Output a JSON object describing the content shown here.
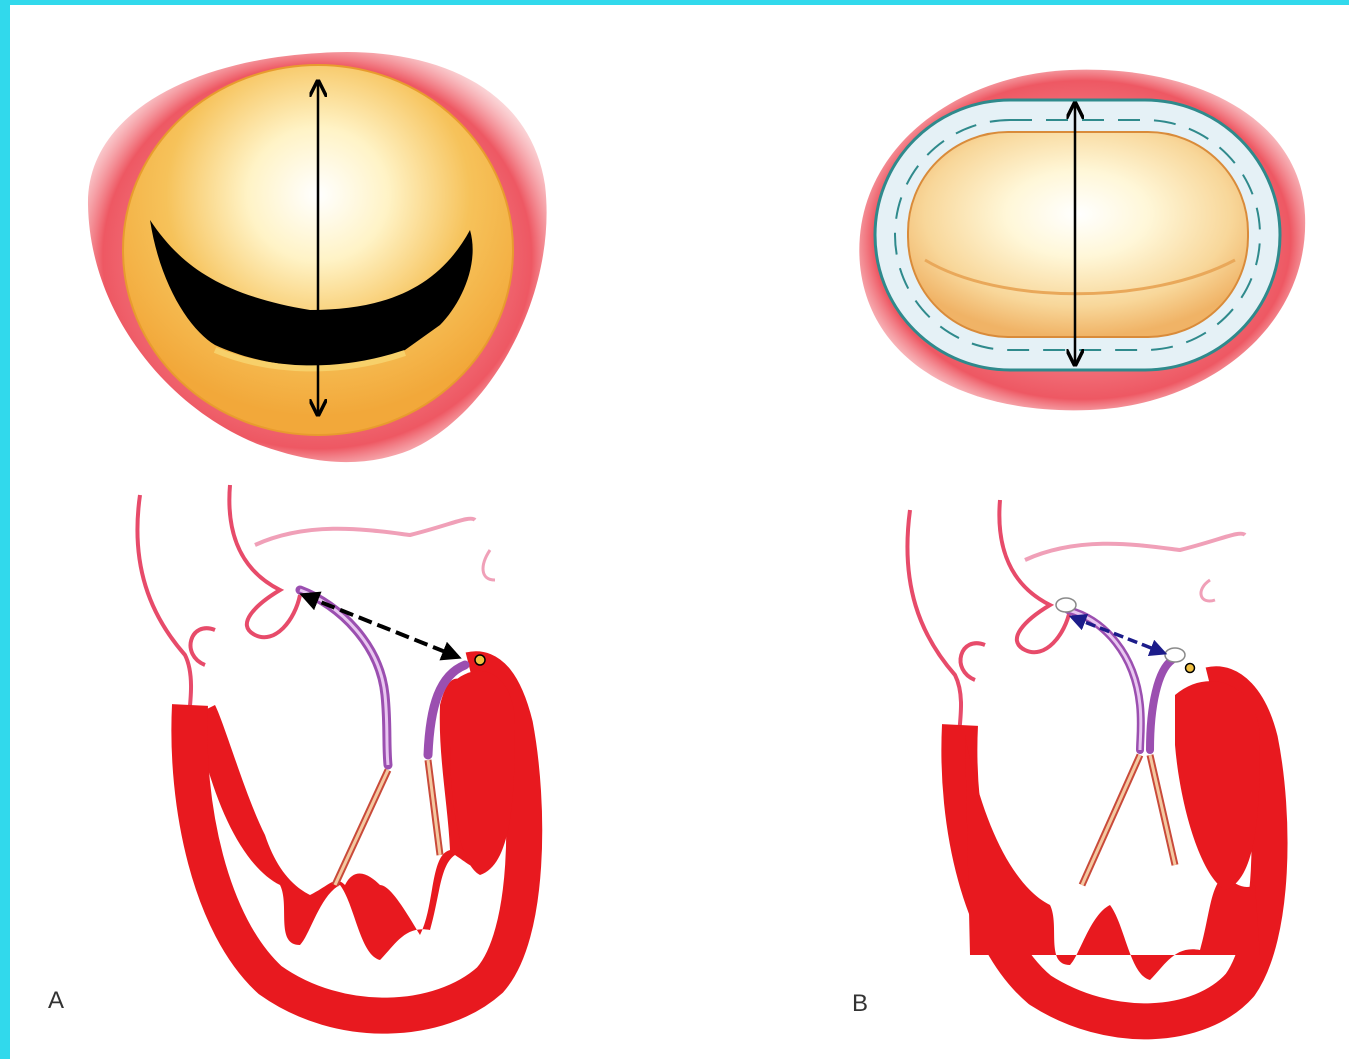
{
  "panels": [
    {
      "label": "A"
    },
    {
      "label": "B"
    }
  ],
  "colors": {
    "border": "#31d9ec",
    "tissue": "#e8191f",
    "annulus": "#ec5a62",
    "leaflet_fill": "#f4b33f",
    "leaflet_light": "#fff4c2",
    "coaptation_gap": "#000000",
    "ring": "#e5f1f6",
    "ring_stitch": "#2f8a8c",
    "leaflet_purple": "#9b4fb0",
    "chordae": "#f4b48a",
    "aorta_outline": "#e74b6a",
    "arrow_black": "#000000",
    "arrow_blue": "#1c1c8a"
  },
  "icons": {
    "double_arrow": "double-headed-arrow",
    "dashed_arrow": "dashed-double-headed-arrow"
  }
}
